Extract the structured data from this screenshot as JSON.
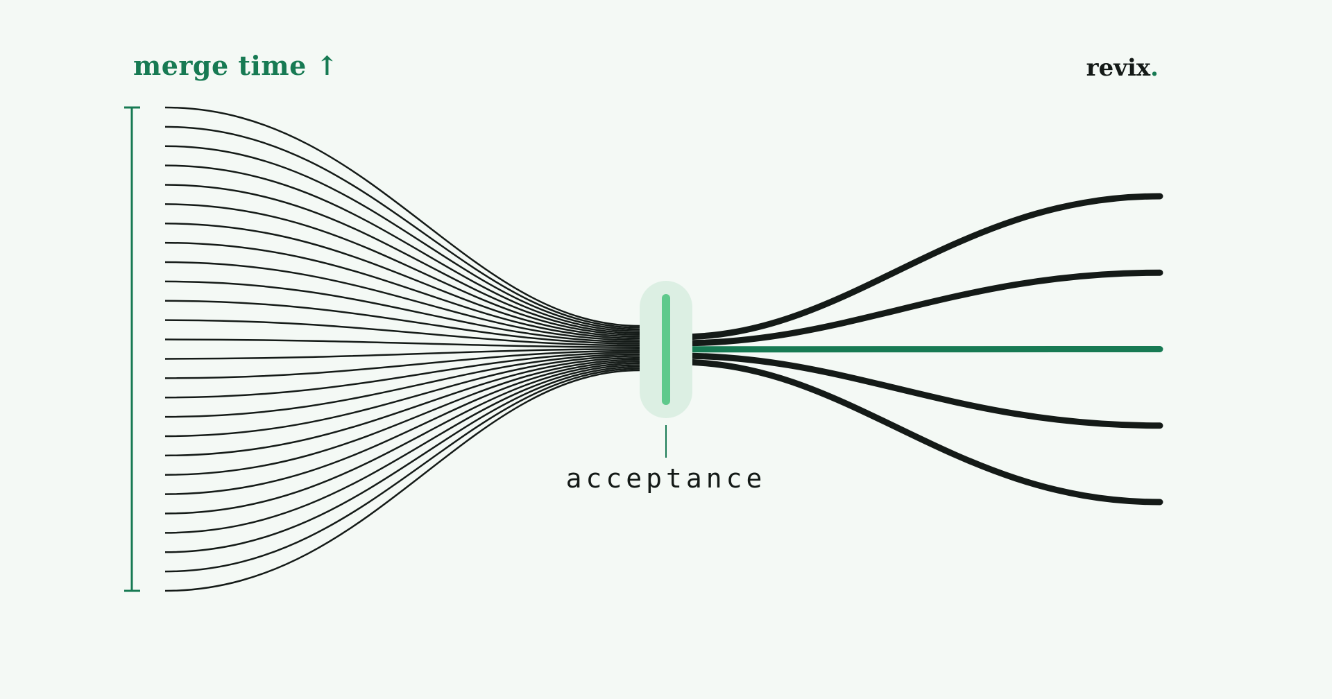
{
  "header": {
    "axis_label": "merge time ↑",
    "brand_name": "revix",
    "brand_dot": "."
  },
  "center": {
    "label": "acceptance"
  },
  "diagram": {
    "input_line_count": 26,
    "output_line_count": 5,
    "highlighted_output": 3,
    "colors": {
      "background": "#f4f9f5",
      "accent": "#177a53",
      "ink": "#141a17",
      "gate_glow": "#dcefe3",
      "gate_bar": "#5fc98c"
    }
  }
}
